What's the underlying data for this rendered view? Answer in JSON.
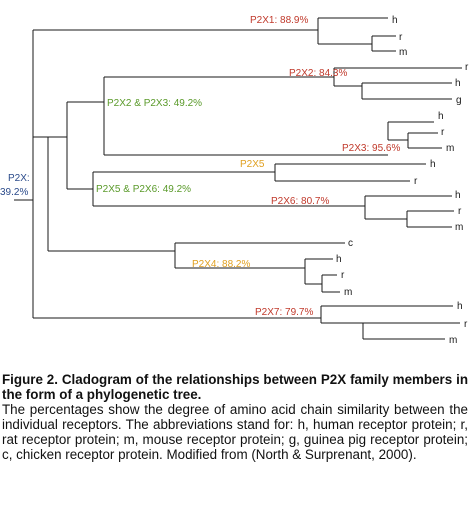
{
  "colors": {
    "line": "#1a1a1a",
    "red": "#c0392b",
    "green": "#5a9a2a",
    "orange": "#e0a020",
    "blue": "#2a4a8a"
  },
  "tree": {
    "root_label": [
      "P2X:",
      "39.2%"
    ],
    "groups": {
      "p2x1": "P2X1: 88.9%",
      "p2x2_p2x3": "P2X2 & P2X3: 49.2%",
      "p2x2": "P2X2: 84.3%",
      "p2x3": "P2X3: 95.6%",
      "p2x5_p2x6": "P2X5 & P2X6: 49.2%",
      "p2x5": "P2X5",
      "p2x6": "P2X6: 80.7%",
      "p2x4": "P2X4: 88.2%",
      "p2x7": "P2X7: 79.7%"
    },
    "leaves": {
      "p2x1": [
        "h",
        "r",
        "m"
      ],
      "p2x2": [
        "r",
        "h",
        "g"
      ],
      "p2x3": [
        "h",
        "r",
        "m"
      ],
      "p2x5": [
        "h",
        "r"
      ],
      "p2x6": [
        "h",
        "r",
        "m"
      ],
      "p2x4_outgroup": "c",
      "p2x4": [
        "h",
        "r",
        "m"
      ],
      "p2x7": [
        "h",
        "r",
        "m"
      ]
    }
  },
  "caption": {
    "title": "Figure 2. Cladogram of the relationships between P2X family members in the form of a phylogenetic tree.",
    "body": "The percentages show the degree of amino acid chain similarity between the individual receptors. The abbreviations stand for: h, human receptor protein; r, rat receptor protein; m, mouse receptor protein; g, guinea pig receptor protein; c, chicken receptor protein. Modified from (North & Surprenant, 2000)."
  }
}
